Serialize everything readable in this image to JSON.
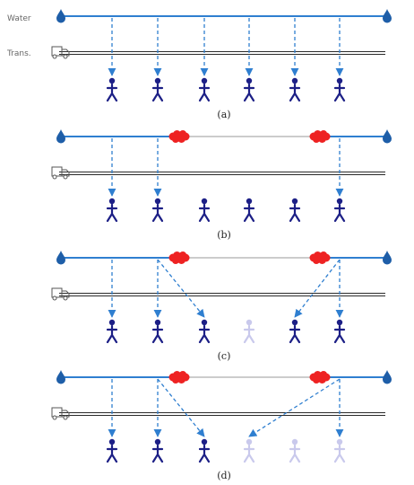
{
  "labels": {
    "water": "Water",
    "transport": "Trans."
  },
  "colors": {
    "water_line": "#2f7fd0",
    "broken_line": "#cccccc",
    "damage": "#ee2222",
    "rail": "#2b2b2b",
    "person_active": "#1c1f86",
    "person_faded": "#c9c9ec",
    "drop": "#1e5ea8"
  },
  "panels": [
    {
      "caption": "(a)",
      "broken": false,
      "persons": [
        "active",
        "active",
        "active",
        "active",
        "active",
        "active"
      ],
      "feeds": [
        {
          "from": 0,
          "to": 0
        },
        {
          "from": 1,
          "to": 1
        },
        {
          "from": 2,
          "to": 2
        },
        {
          "from": 3,
          "to": 3
        },
        {
          "from": 4,
          "to": 4
        },
        {
          "from": 5,
          "to": 5
        }
      ]
    },
    {
      "caption": "(b)",
      "broken": true,
      "persons": [
        "active",
        "active",
        "active",
        "active",
        "active",
        "active"
      ],
      "feeds": [
        {
          "from": 0,
          "to": 0
        },
        {
          "from": 1,
          "to": 1
        },
        {
          "from": 5,
          "to": 5
        }
      ]
    },
    {
      "caption": "(c)",
      "broken": true,
      "persons": [
        "active",
        "active",
        "active",
        "faded",
        "active",
        "active"
      ],
      "feeds": [
        {
          "from": 0,
          "to": 0
        },
        {
          "from": 1,
          "to": 1
        },
        {
          "from": 1,
          "to": 2
        },
        {
          "from": 5,
          "to": 5
        },
        {
          "from": 5,
          "to": 4
        }
      ]
    },
    {
      "caption": "(d)",
      "broken": true,
      "persons": [
        "active",
        "active",
        "active",
        "faded",
        "faded",
        "faded"
      ],
      "feeds": [
        {
          "from": 0,
          "to": 0
        },
        {
          "from": 1,
          "to": 1
        },
        {
          "from": 1,
          "to": 2
        },
        {
          "from": 5,
          "to": 5
        },
        {
          "from": 5,
          "to": 3
        }
      ]
    }
  ]
}
